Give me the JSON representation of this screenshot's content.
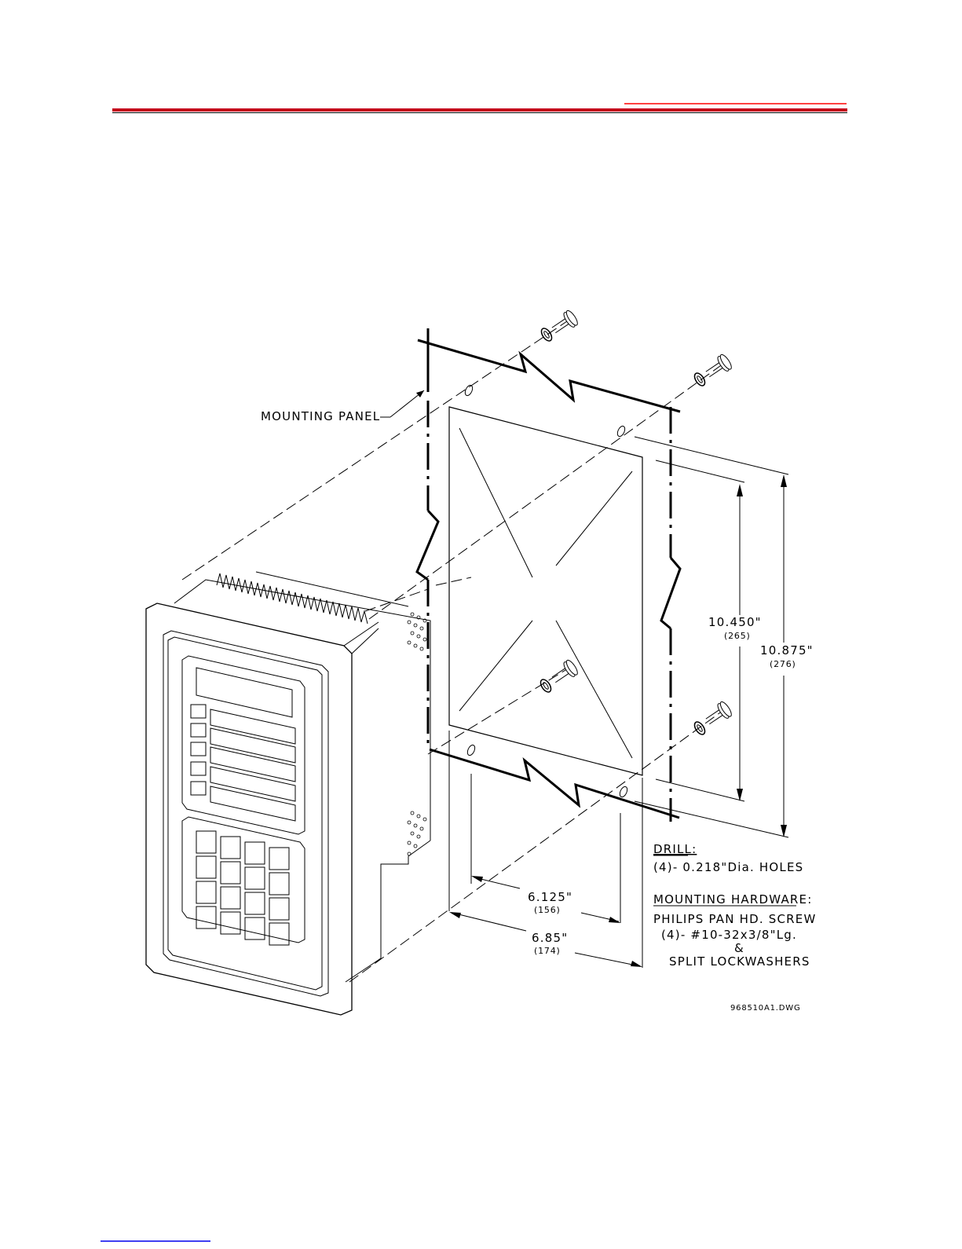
{
  "header": {
    "rule_color": "#c4001a",
    "link_color": "#ff0000"
  },
  "footer": {
    "link_color": "#0000ee"
  },
  "drawing": {
    "mounting_panel_label": "MOUNTING PANEL",
    "dim_inner_height": {
      "value": "10.450\"",
      "metric": "(265)"
    },
    "dim_outer_height": {
      "value": "10.875\"",
      "metric": "(276)"
    },
    "dim_inner_width": {
      "value": "6.125\"",
      "metric": "(156)"
    },
    "dim_outer_width": {
      "value": "6.85\"",
      "metric": "(174)"
    },
    "drill": {
      "heading": "DRILL:",
      "text": "(4)- 0.218\"Dia. HOLES"
    },
    "hardware": {
      "heading": "MOUNTING HARDWARE:",
      "line1": "PHILIPS PAN HD. SCREW",
      "line2": "(4)- #10-32x3/8\"Lg.",
      "line3": "&",
      "line4": "SPLIT LOCKWASHERS"
    },
    "drawing_number": "968510A1.DWG"
  }
}
